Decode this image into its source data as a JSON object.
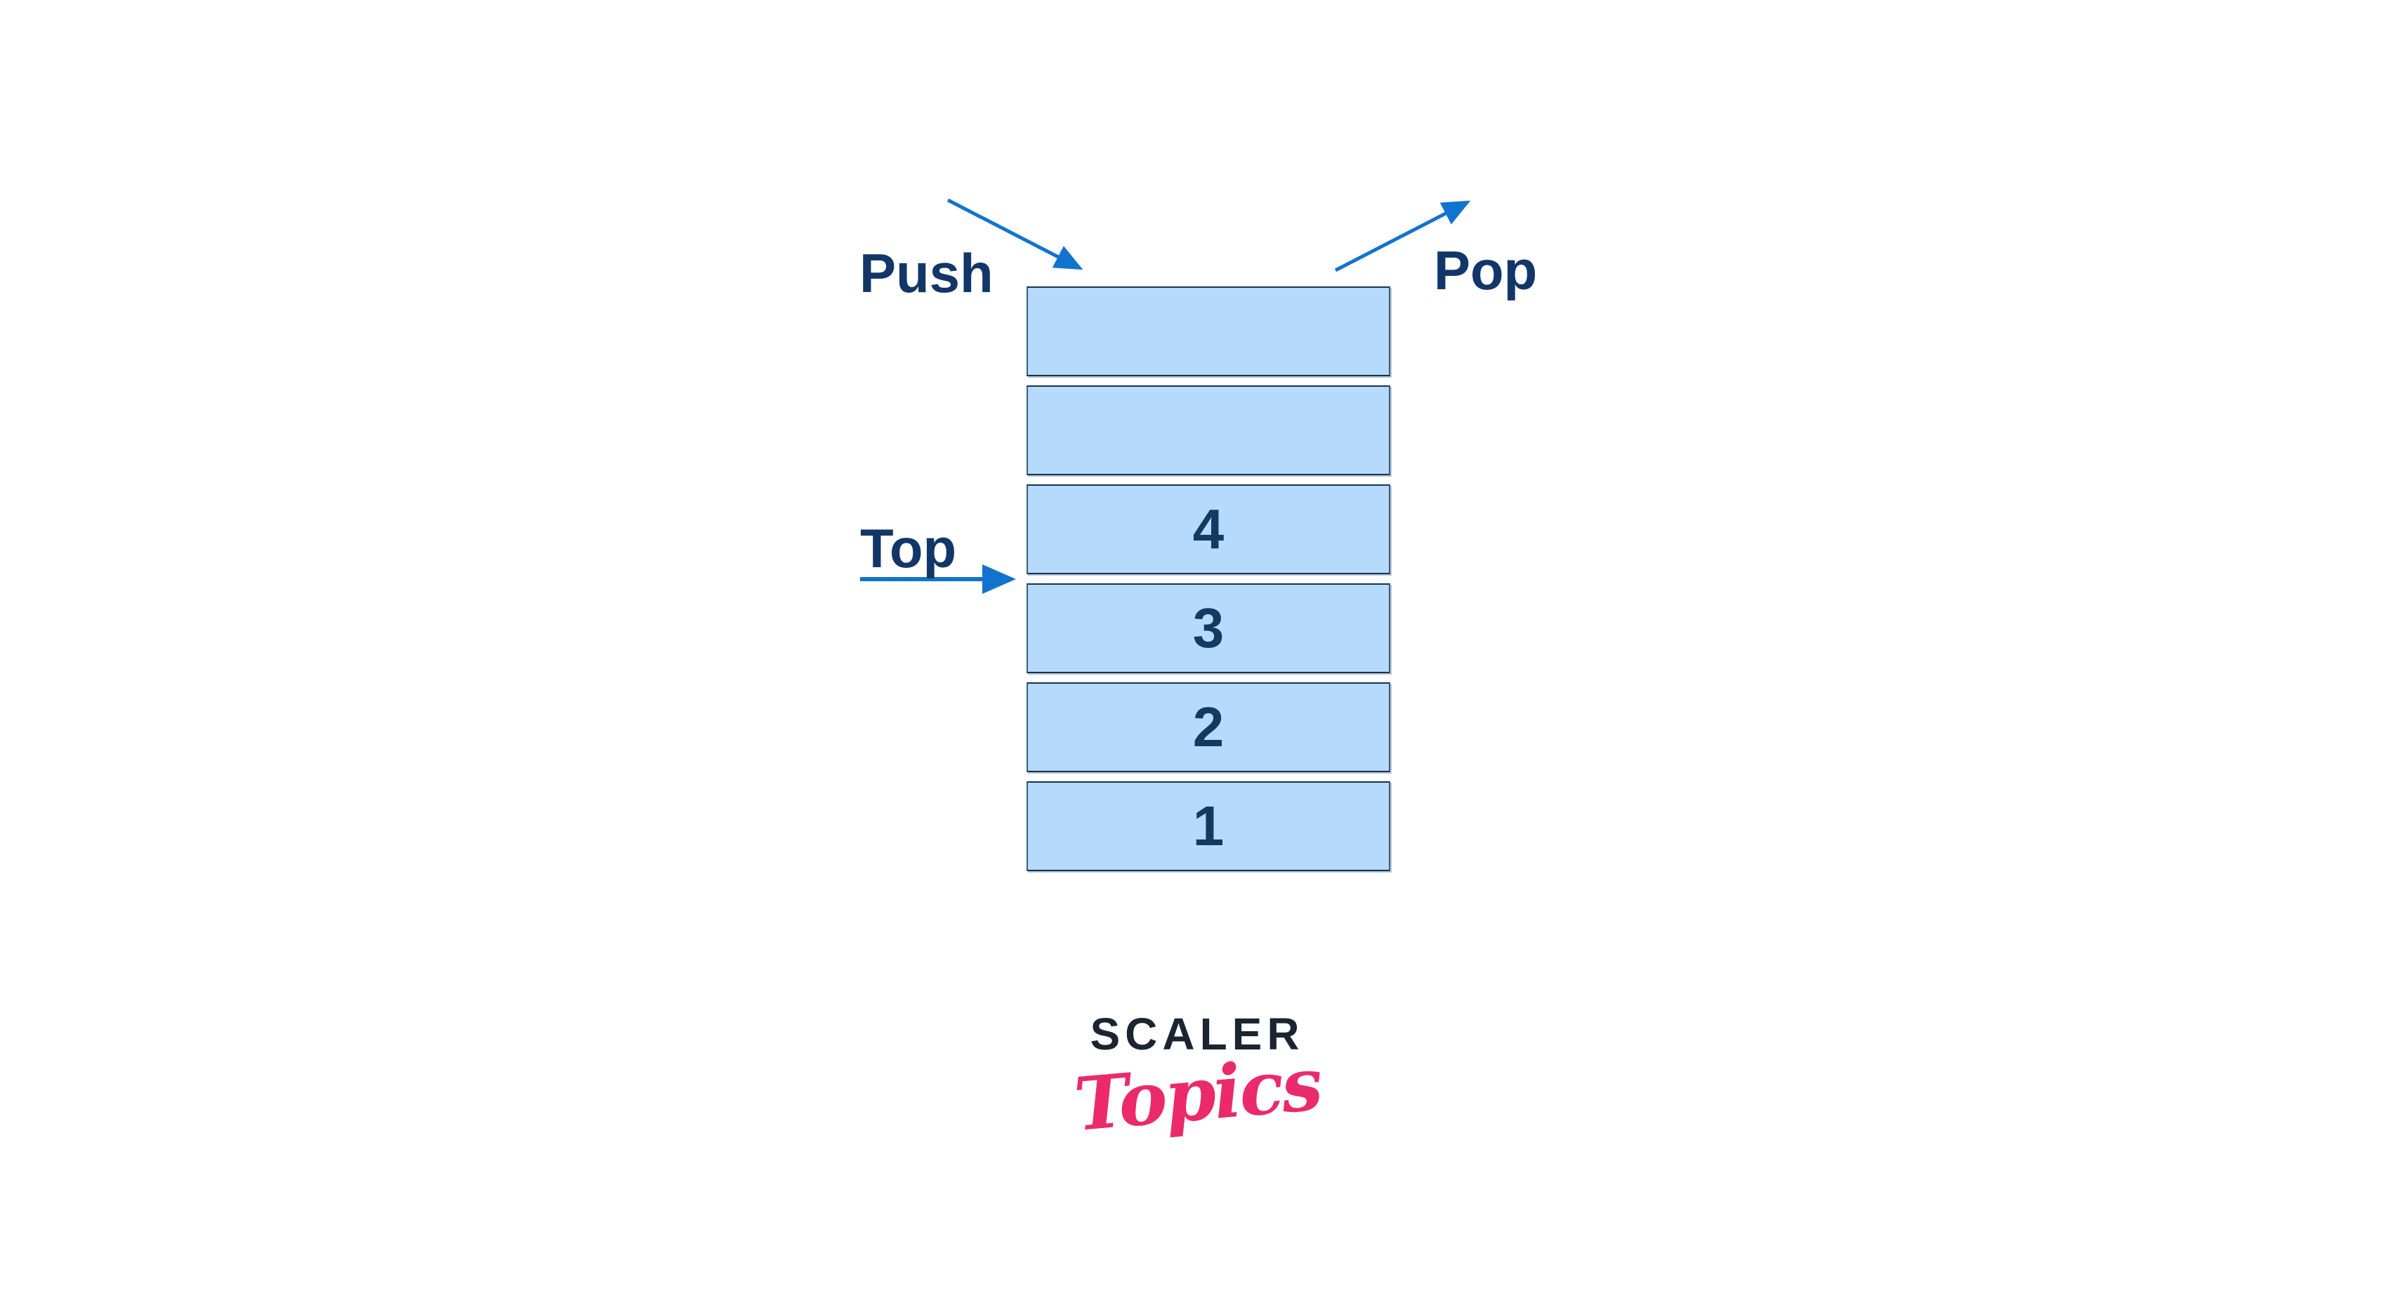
{
  "labels": {
    "push": "Push",
    "pop": "Pop",
    "top": "Top"
  },
  "stack": {
    "cells": [
      "",
      "",
      "4",
      "3",
      "2",
      "1"
    ]
  },
  "logo": {
    "line1": "SCALER",
    "line2": "Topics"
  },
  "colors": {
    "cell_fill": "#b5dafb",
    "cell_border": "#3c5c7c",
    "arrow_blue": "#1273cf",
    "label_navy": "#123668",
    "number_navy": "#143a63",
    "logo_scaler_navy": "#1b2531",
    "logo_topics_pink": "#ea2a6b"
  },
  "icons": {
    "push_arrow": "diagonal-arrow-down-right",
    "pop_arrow": "diagonal-arrow-up-right",
    "top_arrow": "horizontal-arrow-right"
  }
}
